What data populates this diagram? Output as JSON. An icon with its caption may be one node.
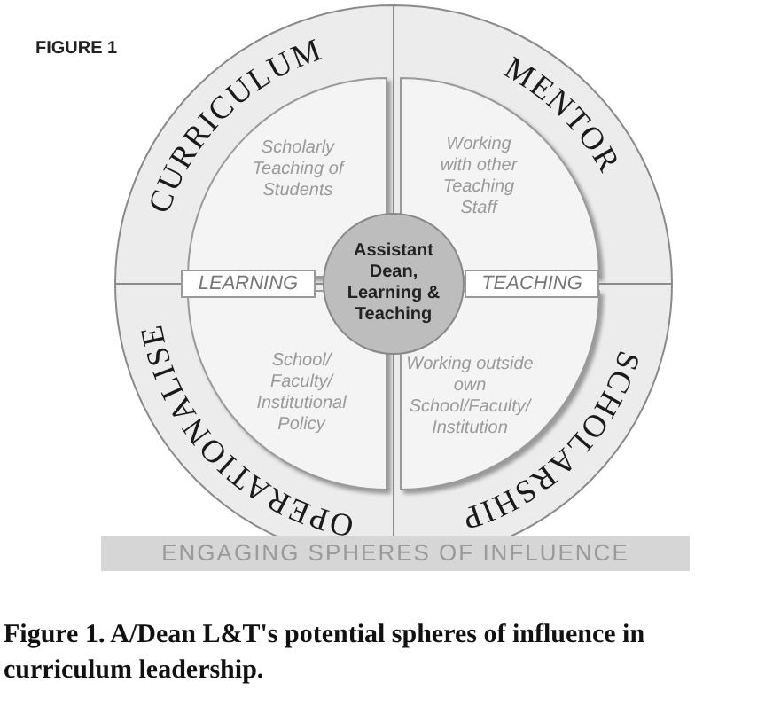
{
  "diagram": {
    "caption": "Figure 1. A/Dean L&T's potential spheres of influence in curriculum leadership.",
    "nodes": [
      {
        "text": [
          "CURRICULUM"
        ]
      },
      {
        "text": [
          "Scholarly Teaching of Students"
        ],
        "in": 0
      },
      {
        "text": [
          "MENTOR"
        ]
      },
      {
        "text": [
          "Working with other Teaching Staff"
        ],
        "in": 2
      },
      {
        "text": [
          "OPERATIONALISE"
        ]
      },
      {
        "text": [
          "School/ Faculty/ Institutional Policy"
        ],
        "in": 4
      },
      {
        "text": [
          "SCHOLARSHIP"
        ]
      },
      {
        "text": [
          "Working outside own School/Faculty/ Institution"
        ],
        "in": 6
      },
      {
        "text": [
          "Assistant Dean, Learning & Teaching"
        ]
      },
      {
        "text": [
          "LEARNING"
        ]
      },
      {
        "text": [
          "TEACHING"
        ]
      },
      {
        "text": [
          "ENGAGING SPHERES OF INFLUENCE"
        ]
      }
    ],
    "edges": [],
    "labels": [
      "FIGURE 1"
    ]
  }
}
